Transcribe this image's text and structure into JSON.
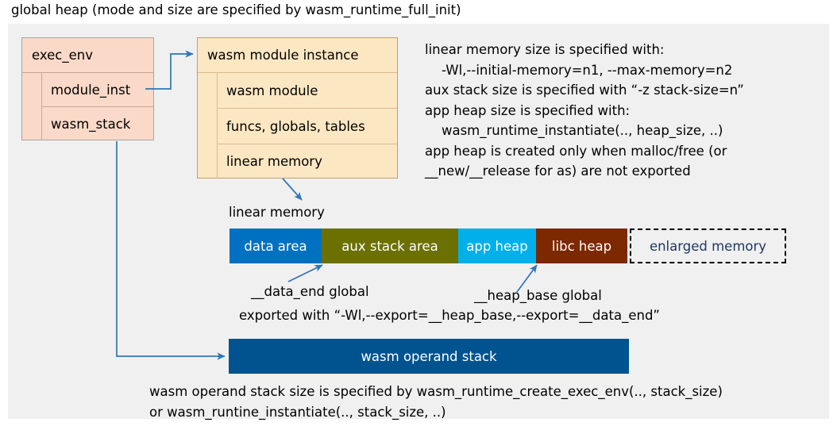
{
  "title": "global heap (mode and size are specified by wasm_runtime_full_init)",
  "exec_env": {
    "title": "exec_env",
    "rows": [
      {
        "label": "module_inst"
      },
      {
        "label": "wasm_stack"
      }
    ]
  },
  "wasm_module_instance": {
    "title": "wasm module instance",
    "rows": [
      {
        "label": "wasm module"
      },
      {
        "label": "funcs, globals, tables"
      },
      {
        "label": "linear memory"
      }
    ]
  },
  "notes": "linear memory size is specified with:\n    -Wl,--initial-memory=n1, --max-memory=n2\naux stack size is specified with “-z stack-size=n”\napp heap size is specified with:\n    wasm_runtime_instantiate(.., heap_size, ..)\napp heap is created only when malloc/free (or\n__new/__release for as) are not exported",
  "linear_memory": {
    "label": "linear memory",
    "segments": [
      {
        "label": "data area",
        "color": "#0070c0",
        "width": 116
      },
      {
        "label": "aux stack area",
        "color": "#6b7000",
        "width": 172
      },
      {
        "label": "app heap",
        "color": "#00b0ea",
        "width": 98
      },
      {
        "label": "libc heap",
        "color": "#7c2800",
        "width": 115
      },
      {
        "label": "enlarged memory",
        "color": "#f0f0f0",
        "width": 197
      }
    ]
  },
  "annotations": {
    "data_end": "__data_end global",
    "heap_base": "__heap_base global",
    "exported": "exported with “-Wl,--export=__heap_base,--export=__data_end”"
  },
  "operand_stack": {
    "label": "wasm operand stack",
    "color": "#00538e"
  },
  "bottom_note": "wasm operand stack size is specified by wasm_runtime_create_exec_env(.., stack_size)\nor wasm_runtine_instantiate(.., stack_size, ..)",
  "colors": {
    "panel_background": "#f0f0f0",
    "exec_env_fill": "#fad9c8",
    "module_instance_fill": "#fce7c3",
    "connector": "#2e75b6",
    "enlarged_text": "#1f3864"
  }
}
